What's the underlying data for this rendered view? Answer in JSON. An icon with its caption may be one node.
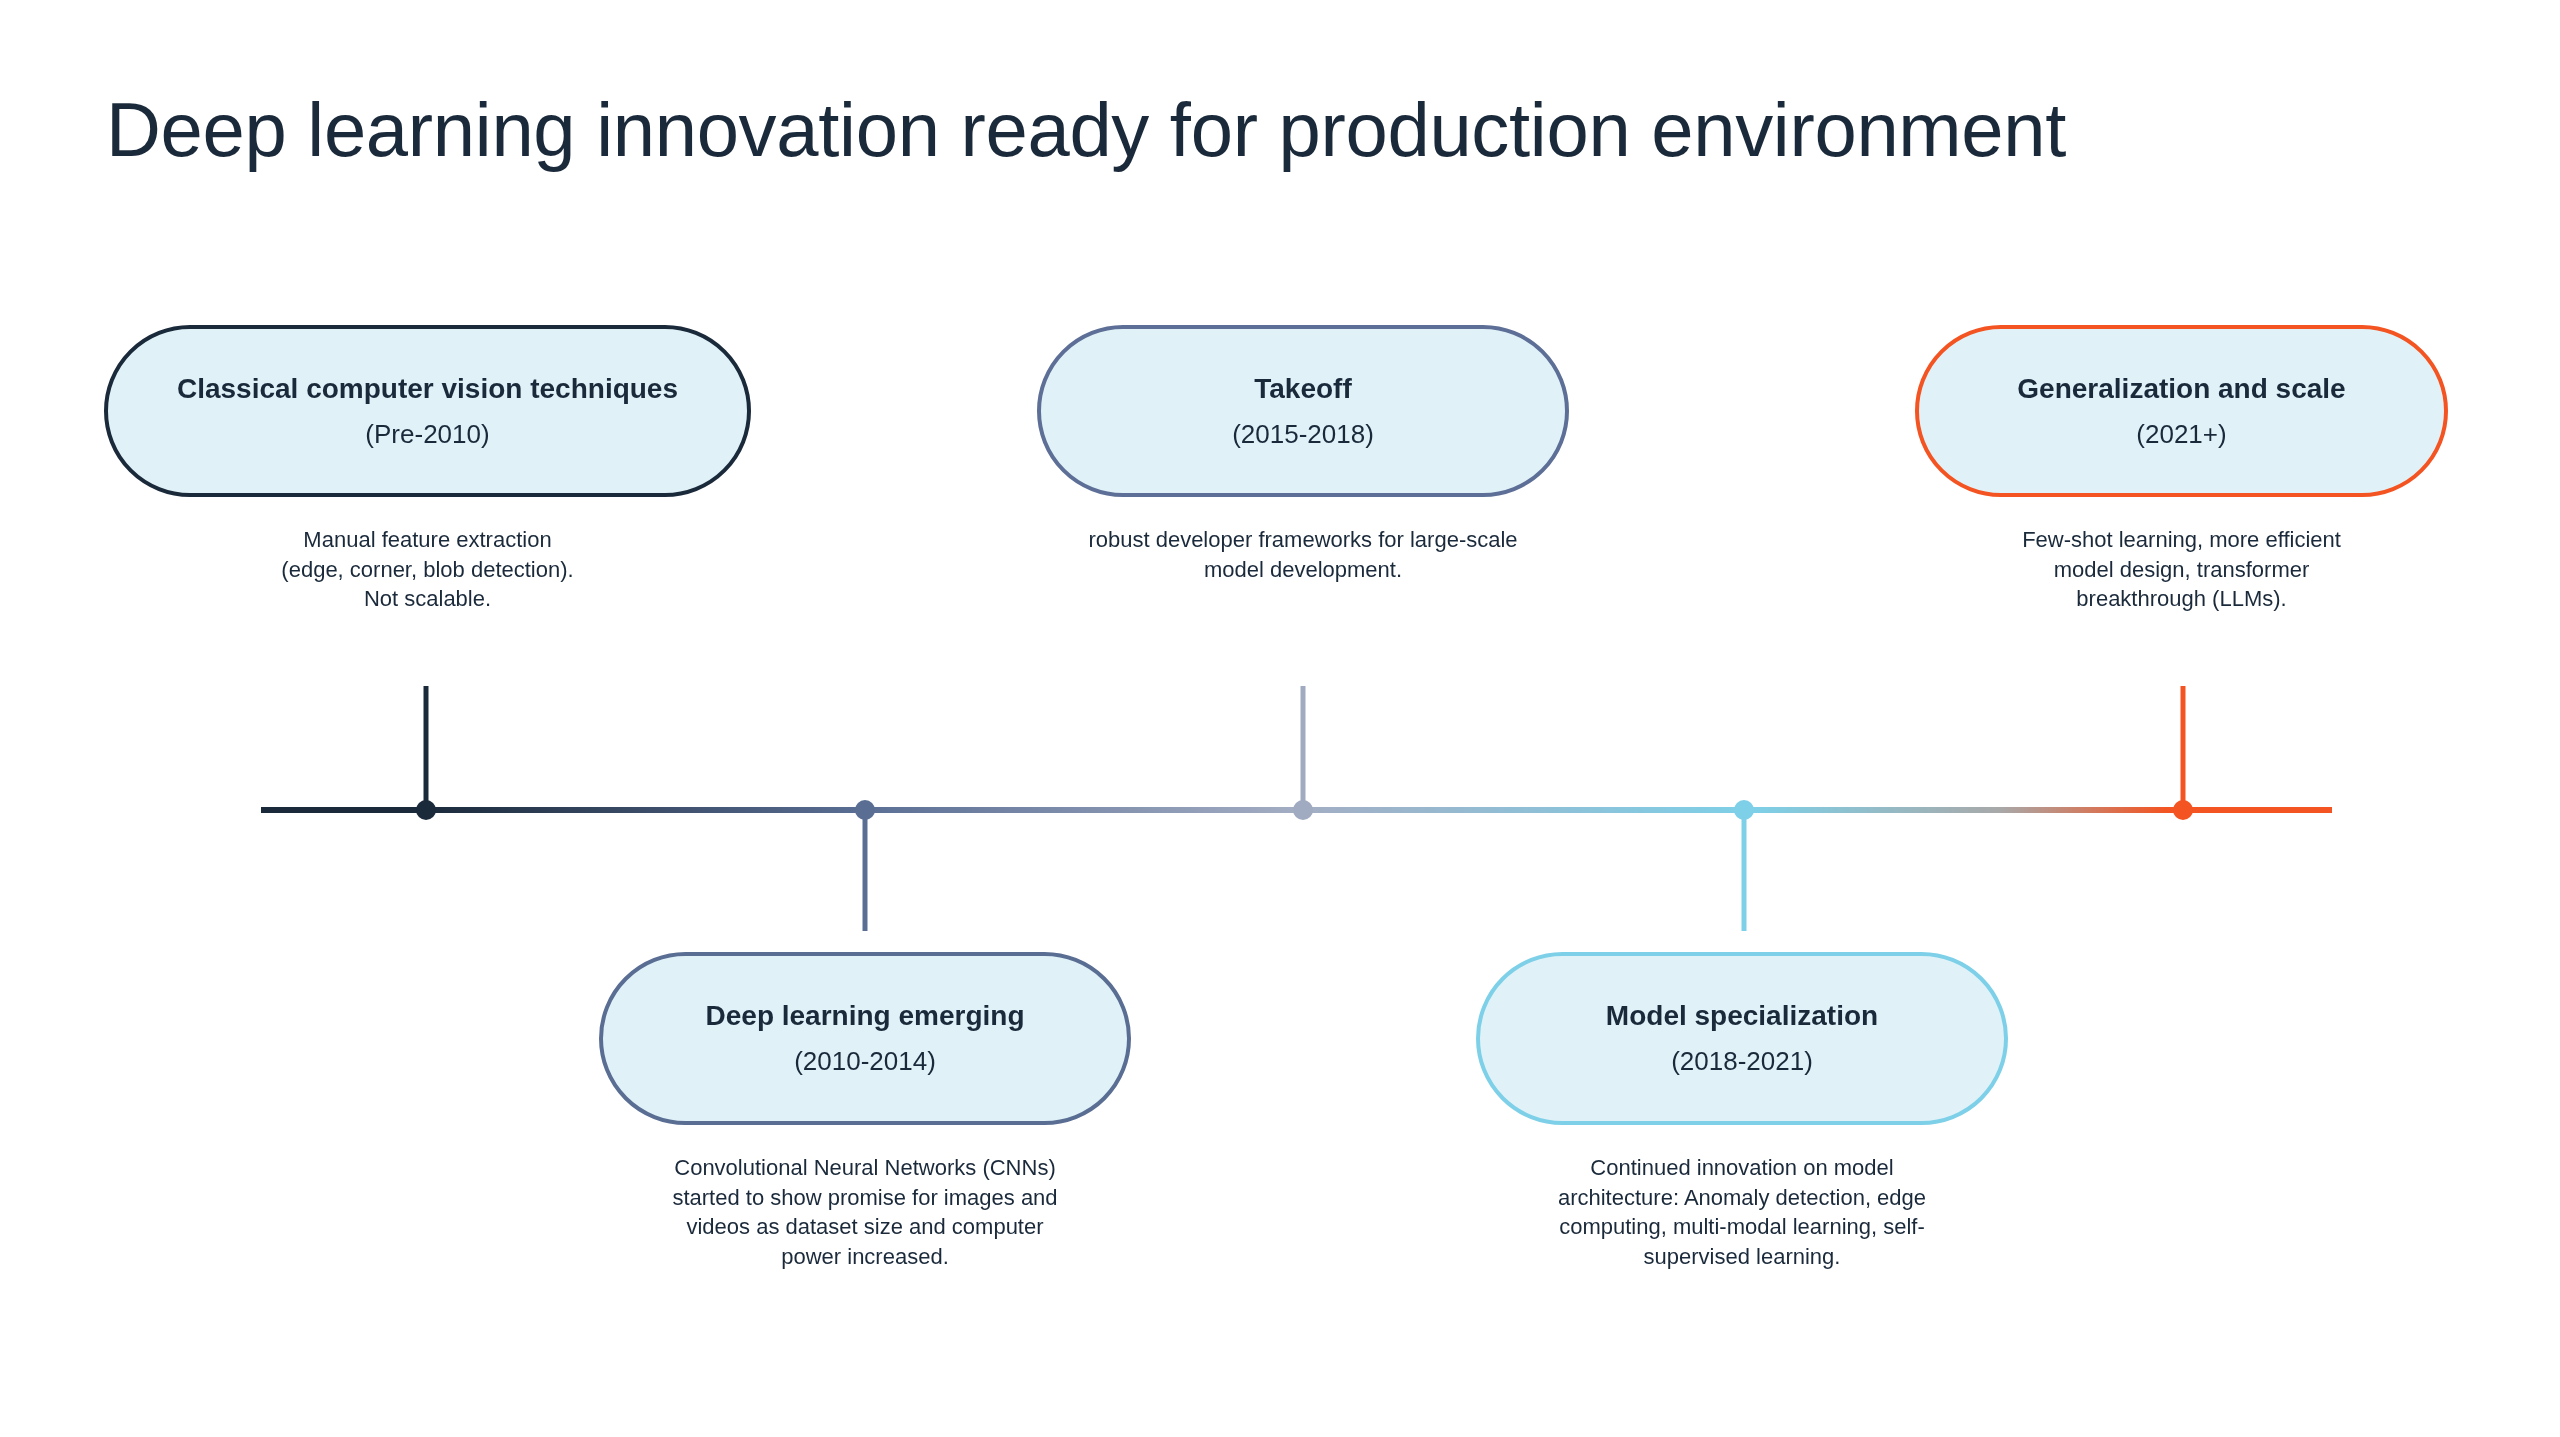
{
  "diagram": {
    "title": "Deep learning innovation ready for production environment",
    "nodes": [
      {
        "text": [
          "Classical computer vision techniques",
          "(Pre-2010)"
        ],
        "beside": [
          "Manual feature extraction (edge, corner, blob detection). Not scalable."
        ]
      },
      {
        "text": [
          "Deep learning emerging",
          "(2010-2014)"
        ],
        "beside": [
          "Convolutional Neural Networks (CNNs) started to show promise for images and videos as dataset size and computer power increased."
        ]
      },
      {
        "text": [
          "Takeoff",
          "(2015-2018)"
        ],
        "beside": [
          "robust developer frameworks for large-scale model development."
        ]
      },
      {
        "text": [
          "Model specialization",
          "(2018-2021)"
        ],
        "beside": [
          "Continued innovation on model architecture: Anomaly detection, edge computing, multi-modal learning, self-supervised learning."
        ]
      },
      {
        "text": [
          "Generalization and scale",
          "(2021+)"
        ],
        "beside": [
          "Few-shot learning, more efficient model design, transformer breakthrough (LLMs)."
        ]
      }
    ]
  }
}
